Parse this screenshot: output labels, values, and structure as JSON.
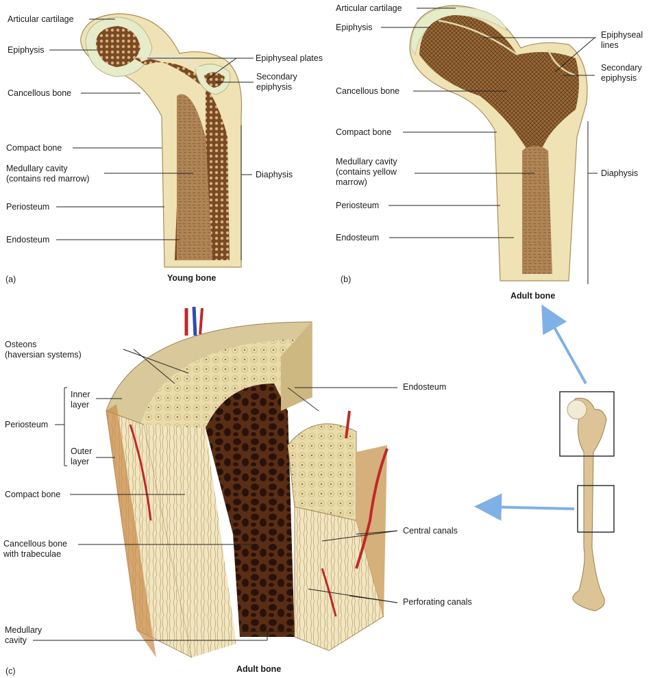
{
  "panel_a": {
    "letter": "(a)",
    "caption": "Young bone",
    "labels": {
      "articular_cartilage": "Articular cartilage",
      "epiphysis": "Epiphysis",
      "cancellous_bone": "Cancellous bone",
      "compact_bone": "Compact bone",
      "medullary_cavity": "Medullary cavity\n(contains red marrow)",
      "periosteum": "Periosteum",
      "endosteum": "Endosteum",
      "epiphyseal_plates": "Epiphyseal plates",
      "secondary_epiphysis": "Secondary\nepiphysis",
      "diaphysis": "Diaphysis"
    }
  },
  "panel_b": {
    "letter": "(b)",
    "caption": "Adult bone",
    "labels": {
      "articular_cartilage": "Articular cartilage",
      "epiphysis": "Epiphysis",
      "cancellous_bone": "Cancellous bone",
      "compact_bone": "Compact bone",
      "medullary_cavity": "Medullary cavity\n(contains yellow\nmarrow)",
      "periosteum": "Periosteum",
      "endosteum": "Endosteum",
      "epiphyseal_lines": "Epiphyseal\nlines",
      "secondary_epiphysis": "Secondary\nepiphysis",
      "diaphysis": "Diaphysis"
    }
  },
  "panel_c": {
    "letter": "(c)",
    "caption": "Adult bone",
    "labels": {
      "osteons": "Osteons\n(haversian systems)",
      "inner_layer": "Inner\nlayer",
      "periosteum": "Periosteum",
      "outer_layer": "Outer\nlayer",
      "compact_bone": "Compact bone",
      "cancellous_bone": "Cancellous bone\nwith trabeculae",
      "medullary_cavity": "Medullary\ncavity",
      "endosteum": "Endosteum",
      "central_canals": "Central canals",
      "perforating_canals": "Perforating canals"
    }
  },
  "colors": {
    "cartilage": "#e6ebc9",
    "compact": "#efe2b4",
    "cancellous": "#8a5a32",
    "marrow": "#a07a4c",
    "vessel_red": "#c0282a",
    "vessel_blue": "#2d4fa8",
    "arrow": "#7fb0e6"
  }
}
